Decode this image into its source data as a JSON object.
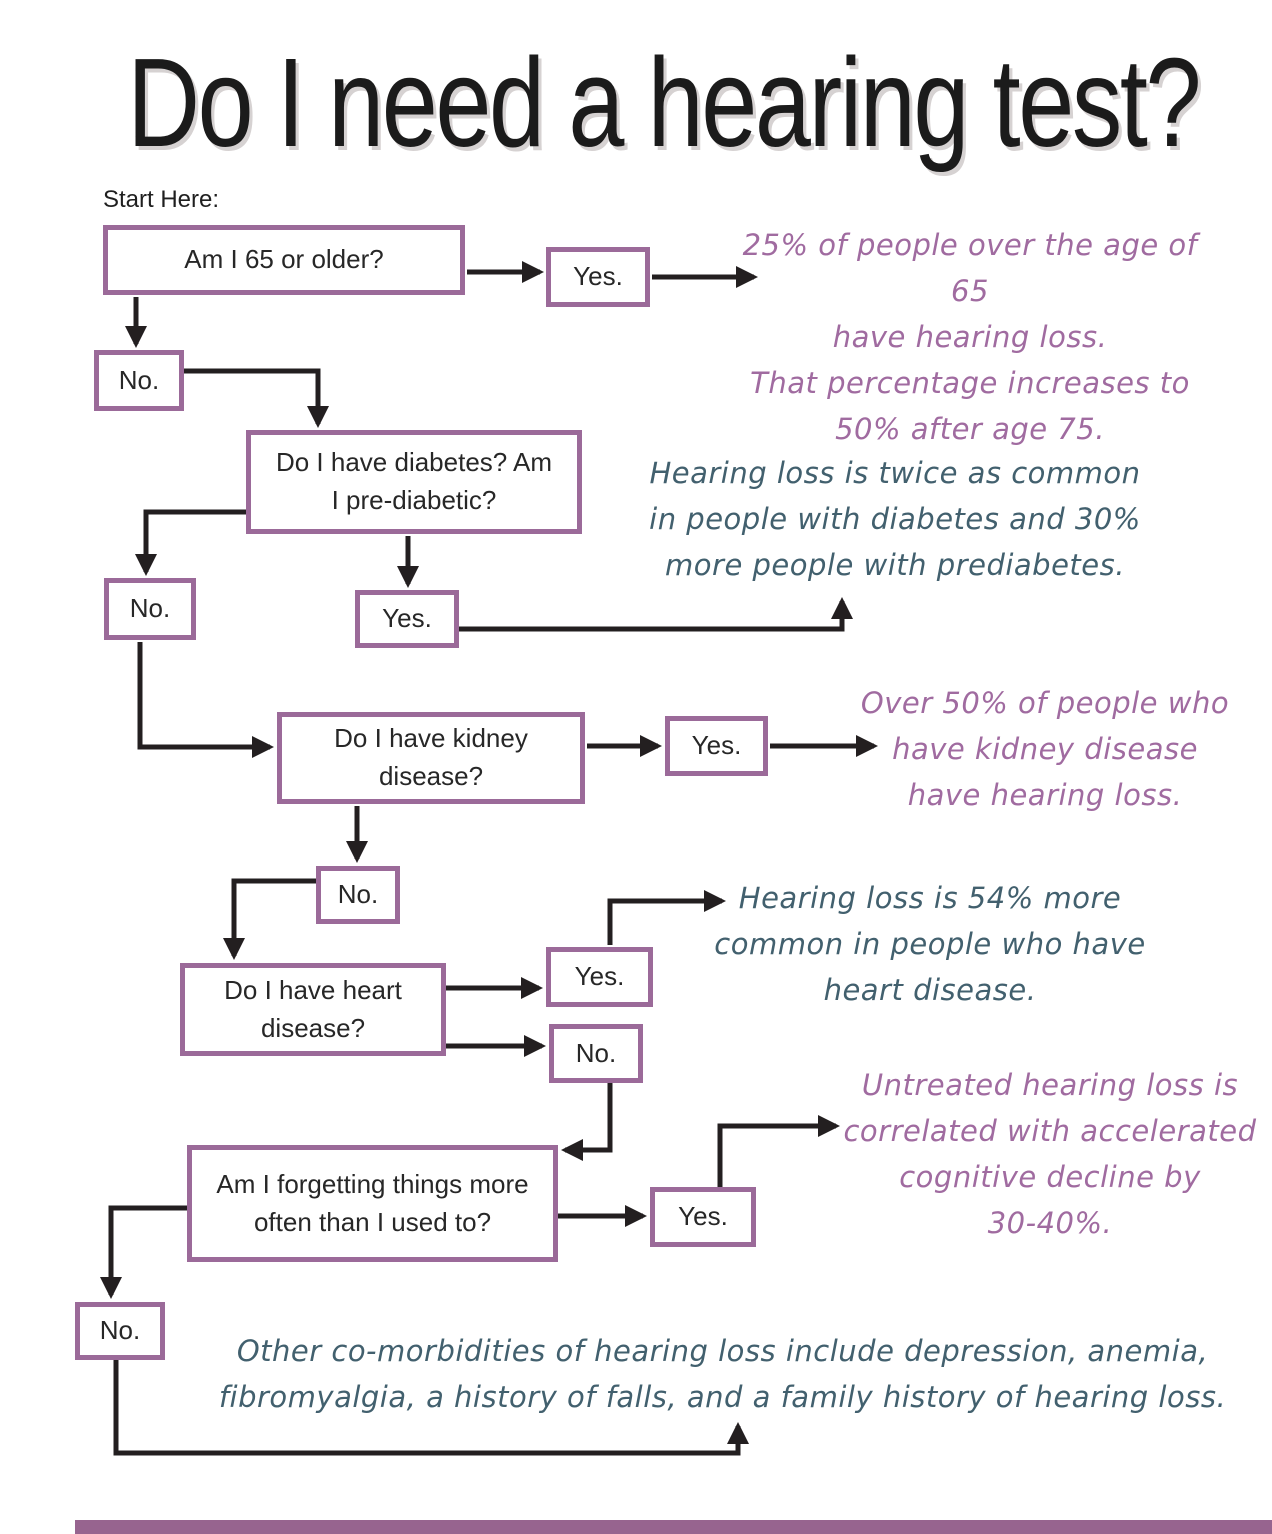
{
  "page": {
    "title": "Do I need a hearing test?",
    "start_label": "Start Here:"
  },
  "labels": {
    "yes": "Yes.",
    "no": "No."
  },
  "questions": {
    "age": "Am I 65 or older?",
    "diabetes": "Do I have diabetes? Am\nI pre-diabetic?",
    "kidney": "Do I have kidney\ndisease?",
    "heart": "Do I have heart\ndisease?",
    "memory": "Am I forgetting things more\noften than I used to?"
  },
  "notes": {
    "age": "25% of people over the age of 65\nhave hearing loss.\nThat percentage increases to\n50% after age 75.",
    "diabetes": "Hearing loss is twice as common\nin people with  diabetes and 30%\nmore people with prediabetes.",
    "kidney": "Over 50% of people  who\nhave  kidney disease\nhave hearing loss.",
    "heart": "Hearing loss is 54% more\ncommon in people who have\nheart disease.",
    "cognitive": "Untreated hearing loss is\ncorrelated with accelerated\ncognitive decline by\n30-40%.",
    "other": "Other co-morbidities  of hearing loss include depression, anemia,\nfibromyalgia,  a  history of falls, and a family history of hearing loss."
  },
  "colors": {
    "box_border": "#9b6a99",
    "note_purple": "#a06ba0",
    "note_teal": "#42606e",
    "arrow": "#231f20",
    "footer_bar": "#97648f",
    "title_text": "#1b1b1b"
  }
}
